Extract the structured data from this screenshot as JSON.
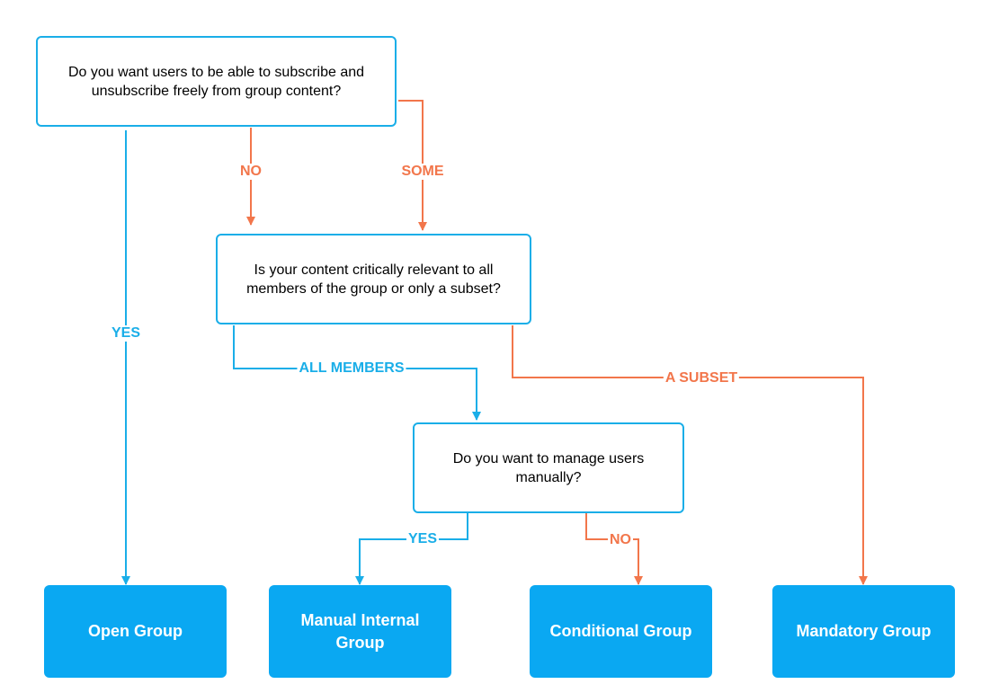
{
  "colors": {
    "blue": "#1aaee8",
    "orange": "#f2764b",
    "result_fill": "#0aa8f2"
  },
  "questions": {
    "q1": "Do you want users to be able to subscribe and unsubscribe freely from group content?",
    "q2": "Is your content critically relevant to all members of the group or only a subset?",
    "q3": "Do you want to manage users manually?"
  },
  "results": {
    "open": "Open Group",
    "manual": "Manual Internal Group",
    "conditional": "Conditional Group",
    "mandatory": "Mandatory Group"
  },
  "edges": {
    "q1_yes": "YES",
    "q1_no": "NO",
    "q1_some": "SOME",
    "q2_all": "ALL MEMBERS",
    "q2_subset": "A SUBSET",
    "q3_yes": "YES",
    "q3_no": "NO"
  }
}
